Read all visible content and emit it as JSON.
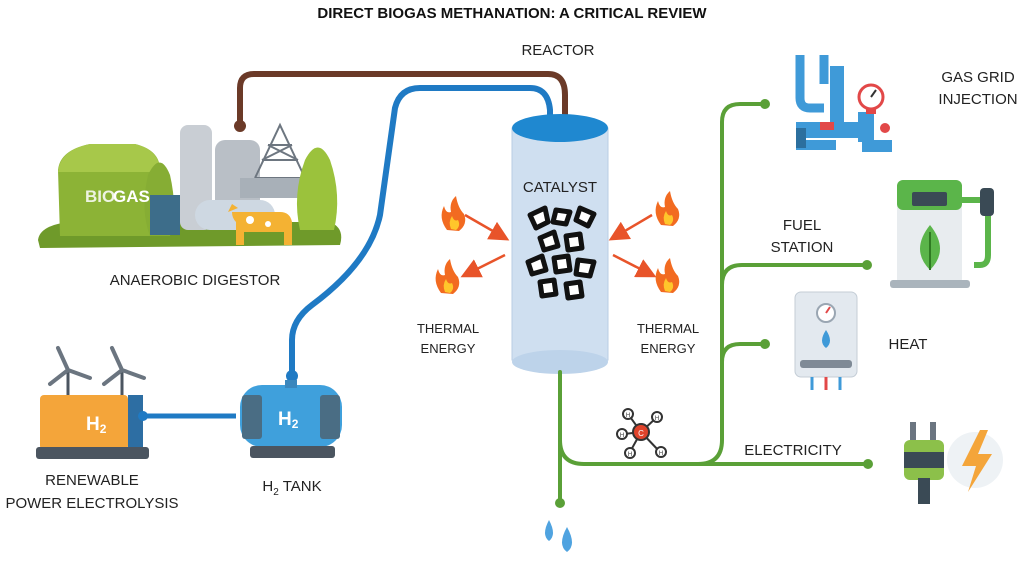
{
  "title": "DIRECT BIOGAS METHANATION: A CRITICAL REVIEW",
  "labels": {
    "reactor": "REACTOR",
    "catalyst": "CATALYST",
    "anaerobic_digestor": "ANAEROBIC DIGESTOR",
    "biogas_prefix": "BIO",
    "biogas_suffix": "GAS",
    "thermal_left_1": "THERMAL",
    "thermal_left_2": "ENERGY",
    "thermal_right_1": "THERMAL",
    "thermal_right_2": "ENERGY",
    "renewable_1": "RENEWABLE",
    "renewable_2": "POWER ELECTROLYSIS",
    "electrolyzer_h2": "H",
    "electrolyzer_h2_sub": "2",
    "tank_h2": "H",
    "tank_h2_sub": "2",
    "h2_tank_prefix": "H",
    "h2_tank_sub": "2",
    "h2_tank_suffix": " TANK",
    "gas_grid_1": "GAS GRID",
    "gas_grid_2": "INJECTION",
    "fuel_station_1": "FUEL",
    "fuel_station_2": "STATION",
    "heat": "HEAT",
    "electricity": "ELECTRICITY",
    "methane_c": "C",
    "methane_h": "H"
  },
  "colors": {
    "brown_pipe": "#6b3a28",
    "blue_pipe": "#1f7ac4",
    "green_line": "#5aa037",
    "reactor_body": "#cfdff0",
    "reactor_top": "#1f88d0",
    "flame": "#f26b21",
    "arrow": "#e8542a",
    "text": "#222222"
  },
  "icons": {
    "digester": "biogas-plant-illustration",
    "electrolyzer": "wind-turbine-electrolyzer-icon",
    "tank": "h2-tank-icon",
    "gas_grid": "pipe-valve-gauge-icon",
    "fuel_station": "fuel-pump-leaf-icon",
    "heat": "boiler-icon",
    "electricity": "plug-lightning-icon",
    "methane": "methane-molecule-icon",
    "water": "water-drops-icon",
    "flame": "flame-icon"
  }
}
